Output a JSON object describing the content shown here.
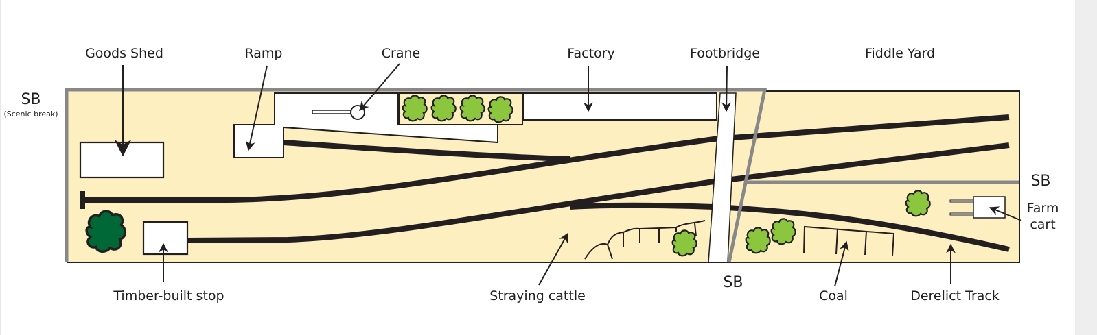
{
  "diagram": {
    "title": "",
    "type": "model railway track plan",
    "colors": {
      "baseboard": "#fdefc0",
      "scenic_break": "#888888",
      "track": "#231f20",
      "building": "#ffffff",
      "tree_light": "#8cc63f",
      "tree_dark": "#006837",
      "outline": "#231f20"
    },
    "labels": {
      "goods_shed": "Goods Shed",
      "ramp": "Ramp",
      "crane": "Crane",
      "factory": "Factory",
      "footbridge": "Footbridge",
      "fiddle_yard": "Fiddle Yard",
      "sb_left": "SB",
      "sb_left_note": "(Scenic break)",
      "sb_right": "SB",
      "sb_bottom": "SB",
      "farm_cart_line1": "Farm",
      "farm_cart_line2": "cart",
      "timber_stop": "Timber-built stop",
      "straying_cattle": "Straying cattle",
      "coal": "Coal",
      "derelict_track": "Derelict Track"
    },
    "features": [
      {
        "id": "goods-shed",
        "kind": "building"
      },
      {
        "id": "ramp",
        "kind": "platform"
      },
      {
        "id": "crane",
        "kind": "crane"
      },
      {
        "id": "factory",
        "kind": "building"
      },
      {
        "id": "footbridge",
        "kind": "bridge"
      },
      {
        "id": "fiddle-yard",
        "kind": "storage sidings"
      },
      {
        "id": "timber-built-stop",
        "kind": "halt"
      },
      {
        "id": "farm-cart",
        "kind": "vehicle"
      },
      {
        "id": "coal",
        "kind": "coal staithes"
      },
      {
        "id": "derelict-track",
        "kind": "track"
      },
      {
        "id": "straying-cattle",
        "kind": "scene"
      }
    ]
  }
}
